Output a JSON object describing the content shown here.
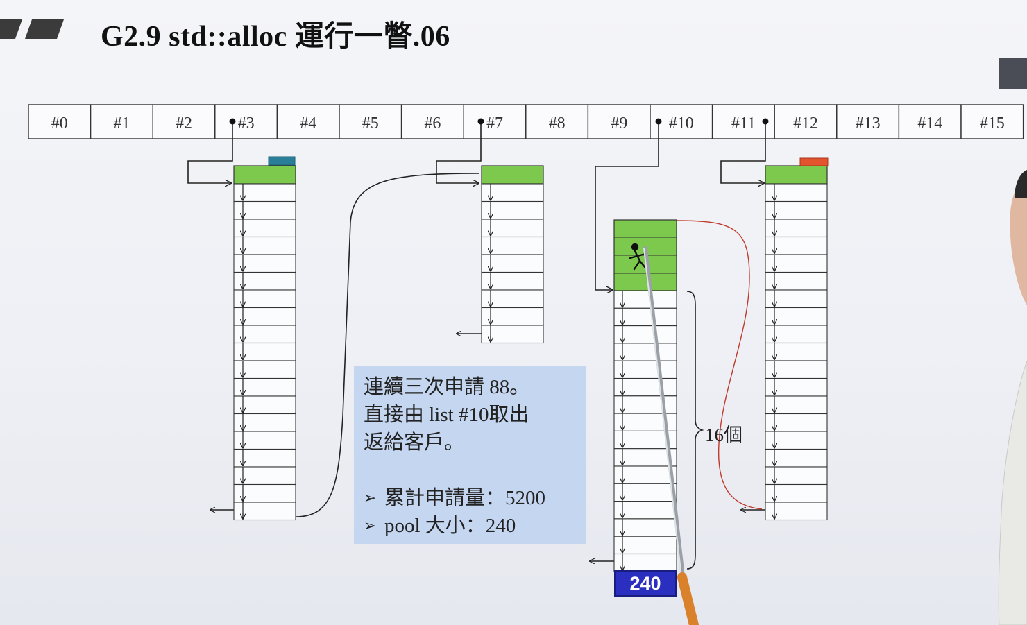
{
  "title": "G2.9 std::alloc 運行一瞥.06",
  "free_list": {
    "slots": [
      "#0",
      "#1",
      "#2",
      "#3",
      "#4",
      "#5",
      "#6",
      "#7",
      "#8",
      "#9",
      "#10",
      "#11",
      "#12",
      "#13",
      "#14",
      "#15"
    ],
    "active_slots": [
      "#3",
      "#7",
      "#10",
      "#11"
    ]
  },
  "note": {
    "lines": [
      "連續三次申請 88。",
      "直接由 list #10取出",
      "返給客戶。"
    ],
    "bullets": [
      "累計申請量：5200",
      "pool 大小：240"
    ]
  },
  "brace_label": "16個",
  "pool_badge": "240",
  "colors": {
    "block_green": "#7cc94e",
    "marker_teal": "#2a7f98",
    "marker_red": "#e2532e",
    "note_bg": "#c5d6f0",
    "badge_blue": "#2b2fc0",
    "curve_red": "#c0392b"
  }
}
